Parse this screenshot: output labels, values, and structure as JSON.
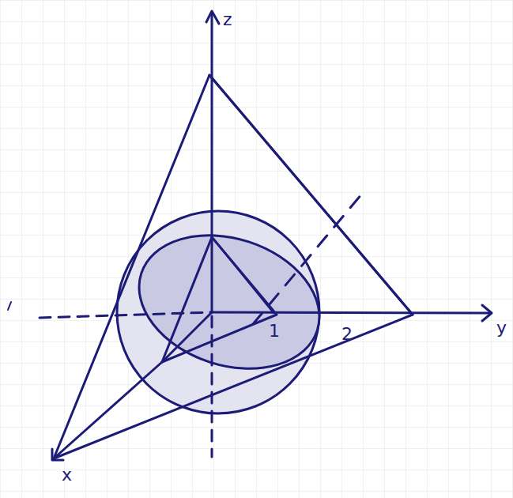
{
  "diagram": {
    "labels": [
      "z",
      "y",
      "x",
      "1",
      "2"
    ]
  }
}
